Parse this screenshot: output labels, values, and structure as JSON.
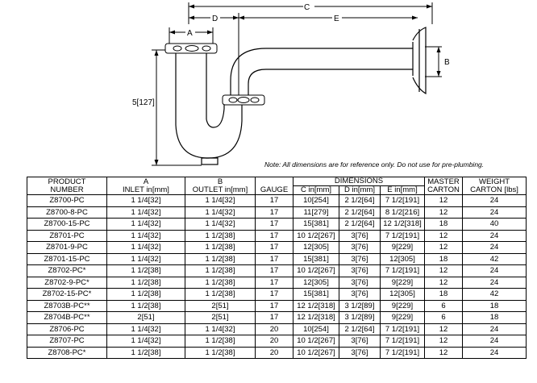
{
  "drawing": {
    "labels": {
      "a": "A",
      "b": "B",
      "c": "C",
      "d": "D",
      "e": "E",
      "height": "5[127]"
    },
    "note": "Note:  All dimensions are for reference only.  Do not use for pre-plumbing."
  },
  "table": {
    "headers": {
      "product": [
        "PRODUCT",
        "NUMBER"
      ],
      "a": [
        "A",
        "INLET in[mm]"
      ],
      "b": [
        "B",
        "OUTLET in[mm]"
      ],
      "gauge": "GAUGE",
      "dimensions": "DIMENSIONS",
      "c": "C in[mm]",
      "d": "D in[mm]",
      "e": "E in[mm]",
      "master": [
        "MASTER",
        "CARTON"
      ],
      "weight": [
        "WEIGHT",
        "CARTON [lbs]"
      ]
    },
    "rows": [
      [
        "Z8700-PC",
        "1 1/4[32]",
        "1 1/4[32]",
        "17",
        "10[254]",
        "2 1/2[64]",
        "7 1/2[191]",
        "12",
        "24"
      ],
      [
        "Z8700-8-PC",
        "1 1/4[32]",
        "1 1/4[32]",
        "17",
        "11[279]",
        "2 1/2[64]",
        "8 1/2[216]",
        "12",
        "24"
      ],
      [
        "Z8700-15-PC",
        "1 1/4[32]",
        "1 1/4[32]",
        "17",
        "15[381]",
        "2 1/2[64]",
        "12 1/2[318]",
        "18",
        "40"
      ],
      [
        "Z8701-PC",
        "1 1/4[32]",
        "1 1/2[38]",
        "17",
        "10 1/2[267]",
        "3[76]",
        "7 1/2[191]",
        "12",
        "24"
      ],
      [
        "Z8701-9-PC",
        "1 1/4[32]",
        "1 1/2[38]",
        "17",
        "12[305]",
        "3[76]",
        "9[229]",
        "12",
        "24"
      ],
      [
        "Z8701-15-PC",
        "1 1/4[32]",
        "1 1/2[38]",
        "17",
        "15[381]",
        "3[76]",
        "12[305]",
        "18",
        "42"
      ],
      [
        "Z8702-PC*",
        "1 1/2[38]",
        "1 1/2[38]",
        "17",
        "10 1/2[267]",
        "3[76]",
        "7 1/2[191]",
        "12",
        "24"
      ],
      [
        "Z8702-9-PC*",
        "1 1/2[38]",
        "1 1/2[38]",
        "17",
        "12[305]",
        "3[76]",
        "9[229]",
        "12",
        "24"
      ],
      [
        "Z8702-15-PC*",
        "1 1/2[38]",
        "1 1/2[38]",
        "17",
        "15[381]",
        "3[76]",
        "12[305]",
        "18",
        "42"
      ],
      [
        "Z8703B-PC**",
        "1 1/2[38]",
        "2[51]",
        "17",
        "12 1/2[318]",
        "3 1/2[89]",
        "9[229]",
        "6",
        "18"
      ],
      [
        "Z8704B-PC**",
        "2[51]",
        "2[51]",
        "17",
        "12 1/2[318]",
        "3 1/2[89]",
        "9[229]",
        "6",
        "18"
      ],
      [
        "Z8706-PC",
        "1 1/4[32]",
        "1 1/4[32]",
        "20",
        "10[254]",
        "2 1/2[64]",
        "7 1/2[191]",
        "12",
        "24"
      ],
      [
        "Z8707-PC",
        "1 1/4[32]",
        "1 1/2[38]",
        "20",
        "10 1/2[267]",
        "3[76]",
        "7 1/2[191]",
        "12",
        "24"
      ],
      [
        "Z8708-PC*",
        "1 1/2[38]",
        "1 1/2[38]",
        "20",
        "10 1/2[267]",
        "3[76]",
        "7 1/2[191]",
        "12",
        "24"
      ]
    ]
  }
}
